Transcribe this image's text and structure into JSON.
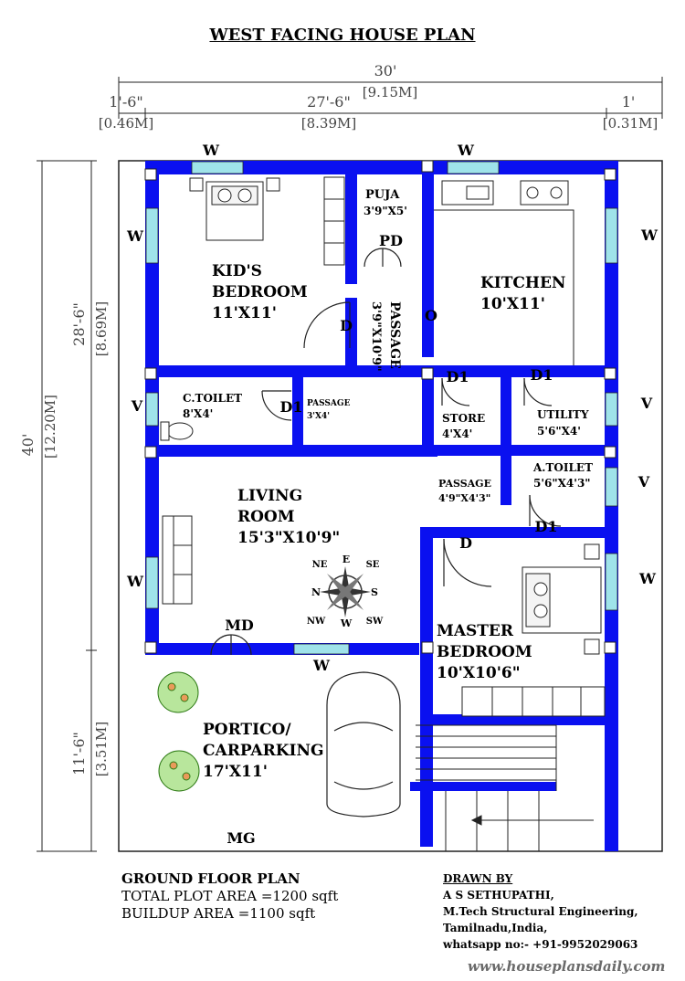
{
  "title": "WEST FACING HOUSE PLAN",
  "dimensions": {
    "total_width_ft": "30'",
    "total_width_m": "[9.15M]",
    "left_offset_ft": "1'-6\"",
    "left_offset_m": "[0.46M]",
    "mid_width_ft": "27'-6\"",
    "mid_width_m": "[8.39M]",
    "right_offset_ft": "1'",
    "right_offset_m": "[0.31M]",
    "total_depth_ft": "40'",
    "total_depth_m": "[12.20M]",
    "upper_depth_ft": "28'-6\"",
    "upper_depth_m": "[8.69M]",
    "lower_depth_ft": "11'-6\"",
    "lower_depth_m": "[3.51M]"
  },
  "rooms": {
    "kids_bedroom": {
      "line1": "KID'S",
      "line2": "BEDROOM",
      "size": "11'X11'"
    },
    "puja": {
      "name": "PUJA",
      "size": "3'9\"X5'"
    },
    "kitchen": {
      "name": "KITCHEN",
      "size": "10'X11'"
    },
    "passage_main": {
      "name": "PASSAGE",
      "size": "3'9\"X10'9\""
    },
    "c_toilet": {
      "name": "C.TOILET",
      "size": "8'X4'"
    },
    "passage_small": {
      "name": "PASSAGE",
      "size": "3'X4'"
    },
    "store": {
      "name": "STORE",
      "size": "4'X4'"
    },
    "utility": {
      "name": "UTILITY",
      "size": "5'6\"X4'"
    },
    "living": {
      "line1": "LIVING",
      "line2": "ROOM",
      "size": "15'3\"X10'9\""
    },
    "passage_mid": {
      "name": "PASSAGE",
      "size": "4'9\"X4'3\""
    },
    "a_toilet": {
      "name": "A.TOILET",
      "size": "5'6\"X4'3\""
    },
    "master": {
      "line1": "MASTER",
      "line2": "BEDROOM",
      "size": "10'X10'6\""
    },
    "portico": {
      "line1": "PORTICO/",
      "line2": "CARPARKING",
      "size": "17'X11'"
    }
  },
  "openings": {
    "window": "W",
    "ventilator": "V",
    "door": "D",
    "door_d1": "D1",
    "puja_door": "PD",
    "main_door": "MD",
    "main_gate": "MG",
    "opening": "O"
  },
  "compass": {
    "n": "N",
    "s": "S",
    "e": "E",
    "w": "W",
    "ne": "NE",
    "se": "SE",
    "nw": "NW",
    "sw": "SW"
  },
  "notes": {
    "heading": "GROUND FLOOR PLAN",
    "plot_area": "TOTAL PLOT AREA =1200 sqft",
    "buildup_area": "BUILDUP AREA =1100 sqft"
  },
  "credits": {
    "heading": "DRAWN BY",
    "name": "A S SETHUPATHI,",
    "degree": "M.Tech Structural Engineering,",
    "location": "Tamilnadu,India,",
    "contact": "whatsapp no:- +91-9952029063"
  },
  "website": "www.houseplansdaily.com",
  "colors": {
    "wall": "#0a10f0",
    "window": "#9fe3ea",
    "line": "#000000"
  }
}
